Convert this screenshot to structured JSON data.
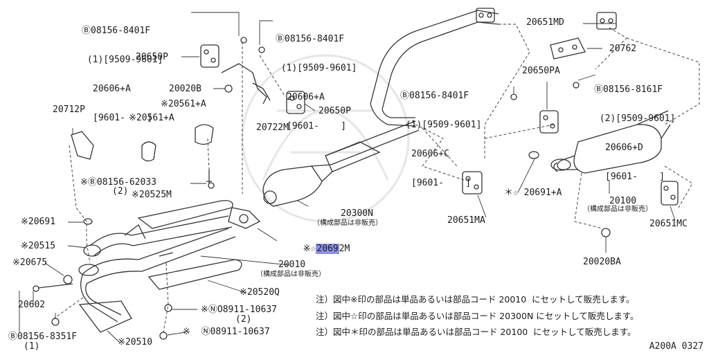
{
  "callouts": {
    "bolt_top_left": [
      "Ⓑ08156-8401F",
      " (1)[9509-9601]",
      "20606+A",
      "[9601-    ]"
    ],
    "bolt_top_mid": [
      "Ⓑ08156-8401F",
      " (1)[9509-9601]",
      "20606+A",
      "[9601-    ]"
    ],
    "bolt_mid_right": [
      "Ⓑ08156-8401F",
      " (1)[9509-9601]",
      "20606+C",
      "[9601-    ]"
    ],
    "bolt_far_right": [
      "Ⓑ08156-8161F",
      " (2)[9509-9601]",
      "20606+D",
      "[9601-    ]"
    ],
    "p_20650P_left": "20650P",
    "p_20020B": "20020B",
    "p_20561A_a": "※20561+A",
    "p_20561A_b": "※20561+A",
    "p_20712P": "20712P",
    "p_20722M": "20722M",
    "p_20650P_right": "20650P",
    "p_20651MD": "20651MD",
    "p_20762": "20762",
    "p_20650PA": "20650PA",
    "p_bolt_62033": "※Ⓑ08156-62033",
    "p_bolt_62033_qty": "(2)",
    "p_20525M": "※20525M",
    "p_20300N": "20300N",
    "p_20300N_note": "（構成部品は非販売）",
    "p_20651MA": "20651MA",
    "p_20691A": "＊☆ 20691+A",
    "p_20100": "20100",
    "p_20100_note": "（構成部品は非販売）",
    "p_20651MC": "20651MC",
    "p_20691": "※20691",
    "p_20515": "※20515",
    "p_20692M_prefix": "※☆",
    "p_20692M_hl": "2069",
    "p_20692M_rest": "2M",
    "p_20020BA": "20020BA",
    "p_20675": "※20675",
    "p_20010": "20010",
    "p_20010_note": "（構成部品は非販売）",
    "p_20602": "20602",
    "p_20520Q": "※20520Q",
    "p_nut_1": "※ⓃO8911-10637",
    "p_nut_1_qty": "(2)",
    "p_nut_2": "※  Ⓝ08911-10637",
    "p_bolt_8351": "Ⓑ08156-8351F",
    "p_bolt_8351_qty": "(1)",
    "p_20510": "※20510"
  },
  "notes": [
    "注）図中※印の部品は単品あるいは部品コード 20010  にセットして販売します。",
    "注）図中☆印の部品は単品あるいは部品コード 20300N にセットして販売します。",
    "注）図中＊印の部品は単品あるいは部品コード 20100  にセットして販売します。"
  ],
  "figure_code": "A200A 0327",
  "colors": {
    "line": "#333333",
    "highlight": "#8d91e6",
    "watermark": "#e8e8e8"
  }
}
